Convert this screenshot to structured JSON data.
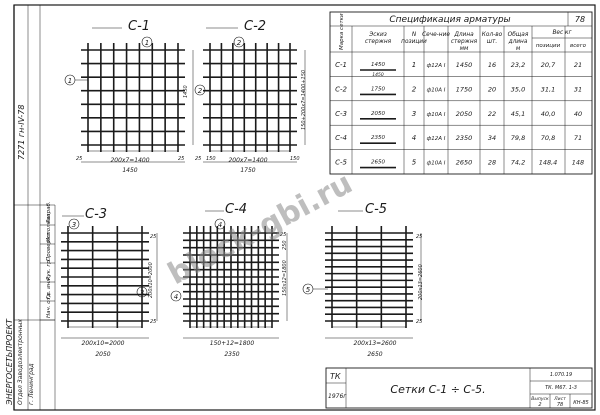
{
  "sheet": {
    "page_number": "78",
    "code_side": "7271 гн-IV-78",
    "watermark": "block-gbi.ru",
    "org": "ЭНЕРГОСЕТЬПРОЕКТ",
    "dept": "Отдел  Заводоэлектронных",
    "city": "г. Ленинград",
    "stamp_top": "1.070.19",
    "stamp_mid": "ТК. М67. 1-3",
    "stamp_vyp": "Выпуск",
    "stamp_vyp_val": "2",
    "stamp_list": "Лист",
    "stamp_list_val": "78",
    "stamp_code": "КН-85",
    "tk": "ТК",
    "year": "1976г",
    "title": "Сетки  С-1 ÷ С-5."
  },
  "side_strip": [
    "Нач. отд.",
    "Гл. инж.",
    "Рук. гр.",
    "Проверил",
    "Исполнил",
    "Разраб."
  ],
  "spec": {
    "title": "Спецификация  арматуры",
    "headers": [
      "Марка сетки",
      "Эскиз стержня",
      "N позиции",
      "Сече-ние",
      "Длина стержня мм",
      "Кол-во шт.",
      "Общая длина м",
      "Вес кг позиции",
      "Вес кг всего"
    ],
    "rows": [
      {
        "mark": "С-1",
        "len_sk": "1450",
        "sub": "1450",
        "pos": "1",
        "sec": "ф12А І",
        "len": "1450",
        "qty": "16",
        "tot": "23,2",
        "wpos": "20,7",
        "wall": "21"
      },
      {
        "mark": "С-2",
        "len_sk": "1750",
        "sub": "",
        "pos": "2",
        "sec": "ф10А І",
        "len": "1750",
        "qty": "20",
        "tot": "35,0",
        "wpos": "31,1",
        "wall": "31"
      },
      {
        "mark": "С-3",
        "len_sk": "2050",
        "sub": "",
        "pos": "3",
        "sec": "ф10А І",
        "len": "2050",
        "qty": "22",
        "tot": "45,1",
        "wpos": "40,0",
        "wall": "40"
      },
      {
        "mark": "С-4",
        "len_sk": "2350",
        "sub": "",
        "pos": "4",
        "sec": "ф12А І",
        "len": "2350",
        "qty": "34",
        "tot": "79,8",
        "wpos": "70,8",
        "wall": "71"
      },
      {
        "mark": "С-5",
        "len_sk": "2650",
        "sub": "",
        "pos": "5",
        "sec": "ф10А І",
        "len": "2650",
        "qty": "28",
        "tot": "74,2",
        "wpos": "148,4",
        "wall": "148"
      }
    ]
  },
  "grids": {
    "c1": {
      "label": "С-1",
      "pos": "1",
      "dim_inner": "200х7=1400",
      "dim_total": "1450",
      "dim_side": "1450",
      "edge": "25"
    },
    "c2": {
      "label": "С-2",
      "pos": "2",
      "dim_inner": "200х7=1400",
      "dim_total": "1750",
      "dim_side": "150+200х7=1400+150",
      "edge_a": "25",
      "edge_b": "150"
    },
    "c3": {
      "label": "С-3",
      "pos": "3",
      "dim_inner": "200х10=2000",
      "dim_total": "2050",
      "dim_side": "200х10=2000",
      "edge": "25"
    },
    "c4": {
      "label": "С-4",
      "pos": "4",
      "dim_inner": "150+12=1800",
      "dim_total": "2350",
      "dim_side": "150х12=1800",
      "edge_a": "25",
      "edge_b": "250"
    },
    "c5": {
      "label": "С-5",
      "pos": "5",
      "dim_inner": "200х13=2600",
      "dim_total": "2650",
      "dim_side": "200х13=2600",
      "edge": "25"
    }
  }
}
